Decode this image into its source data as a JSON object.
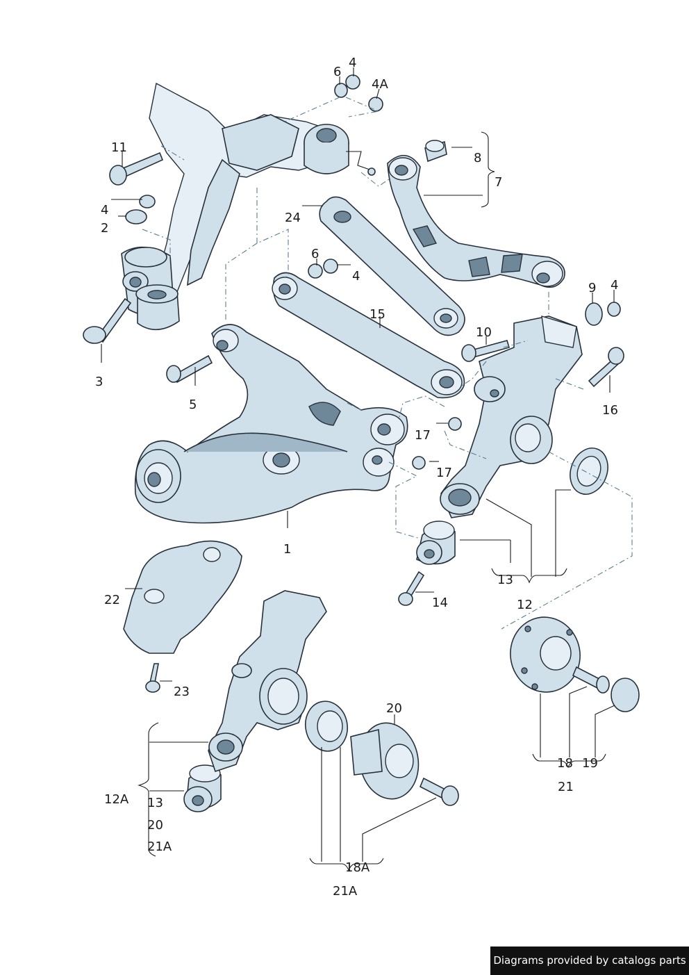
{
  "diagram": {
    "callouts": [
      {
        "id": "c-4-top",
        "text": "4"
      },
      {
        "id": "c-6-top",
        "text": "6"
      },
      {
        "id": "c-4a",
        "text": "4A"
      },
      {
        "id": "c-11",
        "text": "11"
      },
      {
        "id": "c-8",
        "text": "8"
      },
      {
        "id": "c-7",
        "text": "7"
      },
      {
        "id": "c-4-left",
        "text": "4"
      },
      {
        "id": "c-2",
        "text": "2"
      },
      {
        "id": "c-24",
        "text": "24"
      },
      {
        "id": "c-6-mid",
        "text": "6"
      },
      {
        "id": "c-4-mid",
        "text": "4"
      },
      {
        "id": "c-9",
        "text": "9"
      },
      {
        "id": "c-4-right",
        "text": "4"
      },
      {
        "id": "c-15",
        "text": "15"
      },
      {
        "id": "c-10",
        "text": "10"
      },
      {
        "id": "c-3",
        "text": "3"
      },
      {
        "id": "c-5",
        "text": "5"
      },
      {
        "id": "c-16",
        "text": "16"
      },
      {
        "id": "c-17a",
        "text": "17"
      },
      {
        "id": "c-17b",
        "text": "17"
      },
      {
        "id": "c-1",
        "text": "1"
      },
      {
        "id": "c-13-right",
        "text": "13"
      },
      {
        "id": "c-22",
        "text": "22"
      },
      {
        "id": "c-14",
        "text": "14"
      },
      {
        "id": "c-12",
        "text": "12"
      },
      {
        "id": "c-23",
        "text": "23"
      },
      {
        "id": "c-20-top",
        "text": "20"
      },
      {
        "id": "c-18",
        "text": "18"
      },
      {
        "id": "c-19",
        "text": "19"
      },
      {
        "id": "c-12a",
        "text": "12A"
      },
      {
        "id": "c-13-left",
        "text": "13"
      },
      {
        "id": "c-21-right",
        "text": "21"
      },
      {
        "id": "c-20-left",
        "text": "20"
      },
      {
        "id": "c-21a-left",
        "text": "21A"
      },
      {
        "id": "c-18a",
        "text": "18A"
      },
      {
        "id": "c-21a-bottom",
        "text": "21A"
      }
    ]
  },
  "credit": "Diagrams provided by catalogs parts",
  "colors": {
    "part": "#cfe0ea",
    "outline": "#27303a",
    "dashline": "#5a7c92"
  }
}
